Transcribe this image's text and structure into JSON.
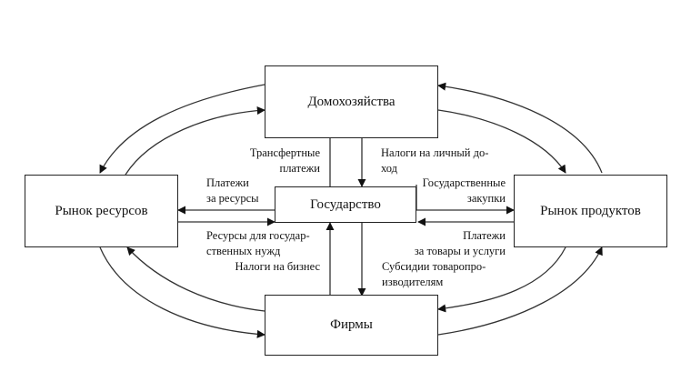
{
  "diagram": {
    "title": "Circular flow model with government",
    "nodes": {
      "households": "Домохозяйства",
      "government": "Государство",
      "resource_market": "Рынок ресурсов",
      "product_market": "Рынок продуктов",
      "firms": "Фирмы"
    },
    "flows": {
      "transfer_payments": [
        "Трансфертные",
        "платежи"
      ],
      "personal_income_tax": [
        "Налоги на личный до-",
        "ход"
      ],
      "payments_for_resources": [
        "Платежи",
        "за ресурсы"
      ],
      "government_purchases": [
        "Государственные",
        "закупки"
      ],
      "resources_for_government": [
        "Ресурсы для государ-",
        "ственных нужд"
      ],
      "business_taxes": "Налоги на бизнес",
      "payments_for_goods": [
        "Платежи",
        "за товары и услуги"
      ],
      "producer_subsidies": [
        "Субсидии товаропро-",
        "изводителям"
      ]
    },
    "edges": [
      {
        "from": "government",
        "to": "households",
        "label": "transfer_payments"
      },
      {
        "from": "households",
        "to": "government",
        "label": "personal_income_tax"
      },
      {
        "from": "government",
        "to": "resource_market",
        "label": "payments_for_resources"
      },
      {
        "from": "resource_market",
        "to": "government",
        "label": "resources_for_government"
      },
      {
        "from": "government",
        "to": "product_market",
        "label": "government_purchases"
      },
      {
        "from": "product_market",
        "to": "government",
        "label": "payments_for_goods"
      },
      {
        "from": "firms",
        "to": "government",
        "label": "business_taxes"
      },
      {
        "from": "government",
        "to": "firms",
        "label": "producer_subsidies"
      },
      {
        "from": "households",
        "to": "resource_market"
      },
      {
        "from": "resource_market",
        "to": "households"
      },
      {
        "from": "households",
        "to": "product_market"
      },
      {
        "from": "product_market",
        "to": "households"
      },
      {
        "from": "resource_market",
        "to": "firms"
      },
      {
        "from": "firms",
        "to": "resource_market"
      },
      {
        "from": "firms",
        "to": "product_market"
      },
      {
        "from": "product_market",
        "to": "firms"
      }
    ]
  }
}
